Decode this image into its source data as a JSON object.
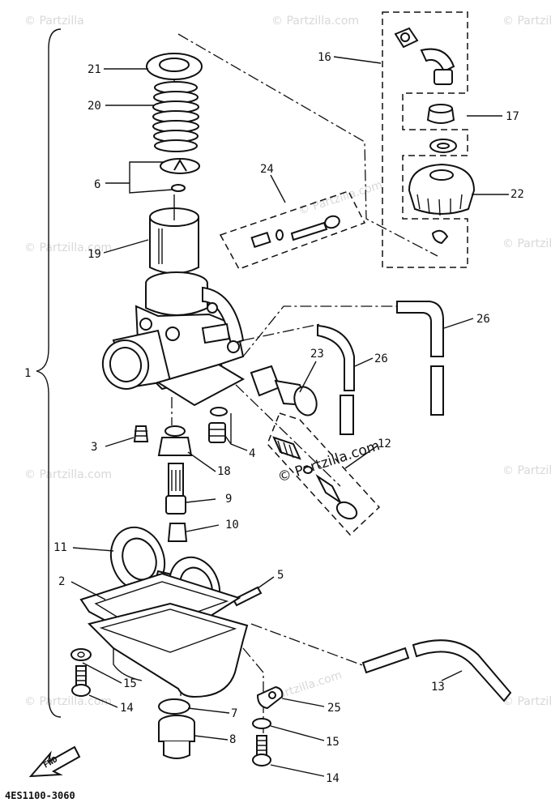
{
  "diagram_code": "4ES1100-3060",
  "fwd_label": "FWD",
  "watermark": "© Partzilla.com",
  "watermark_short": "© Partzilla",
  "labels": {
    "l1": "1",
    "l2": "2",
    "l3": "3",
    "l4": "4",
    "l5": "5",
    "l6": "6",
    "l7": "7",
    "l8": "8",
    "l9": "9",
    "l10": "10",
    "l11": "11",
    "l12": "12",
    "l13": "13",
    "l14a": "14",
    "l14b": "14",
    "l15a": "15",
    "l15b": "15",
    "l16": "16",
    "l17": "17",
    "l18": "18",
    "l19": "19",
    "l20": "20",
    "l21": "21",
    "l22": "22",
    "l23": "23",
    "l24": "24",
    "l25": "25",
    "l26a": "26",
    "l26b": "26"
  }
}
